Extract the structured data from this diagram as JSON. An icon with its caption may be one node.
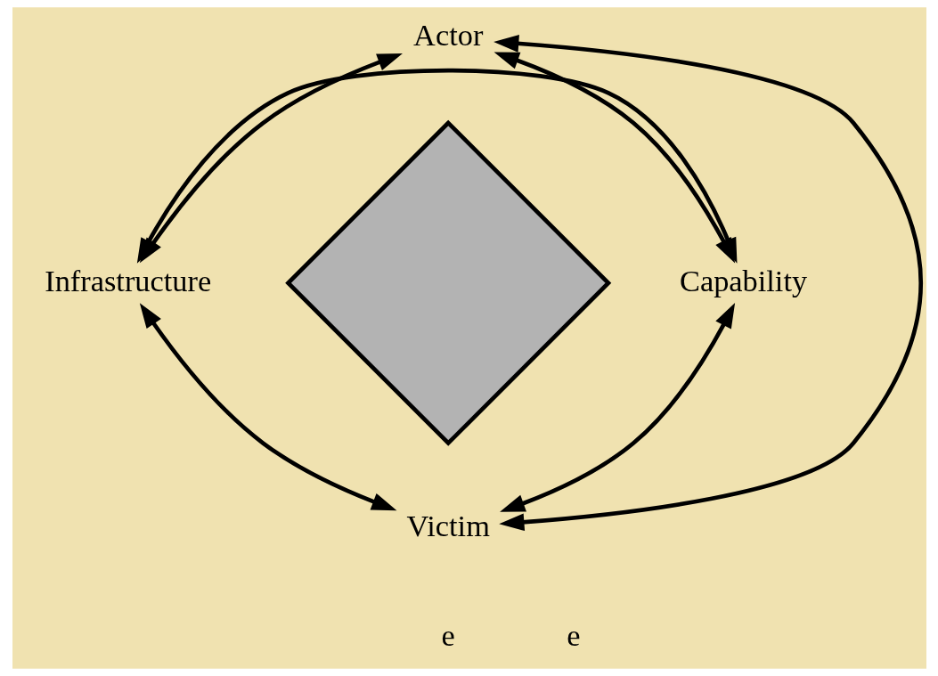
{
  "diagram": {
    "nodes": [
      {
        "text": [
          "Actor"
        ]
      },
      {
        "text": [
          "Infrastructure"
        ]
      },
      {
        "text": [],
        "shape": "diamond"
      },
      {
        "text": [
          "Capability"
        ]
      },
      {
        "text": [
          "Victim"
        ]
      }
    ],
    "edges": [
      {
        "from": 0,
        "to": 1,
        "arrow": "both"
      },
      {
        "from": 0,
        "to": 3,
        "arrow": "both"
      },
      {
        "from": 1,
        "to": 4,
        "arrow": "both"
      },
      {
        "from": 3,
        "to": 4,
        "arrow": "both"
      },
      {
        "from": 0,
        "to": 4,
        "arrow": "both"
      },
      {
        "from": 1,
        "to": 3,
        "arrow": "both"
      }
    ],
    "labels": [
      "e",
      "e"
    ]
  }
}
